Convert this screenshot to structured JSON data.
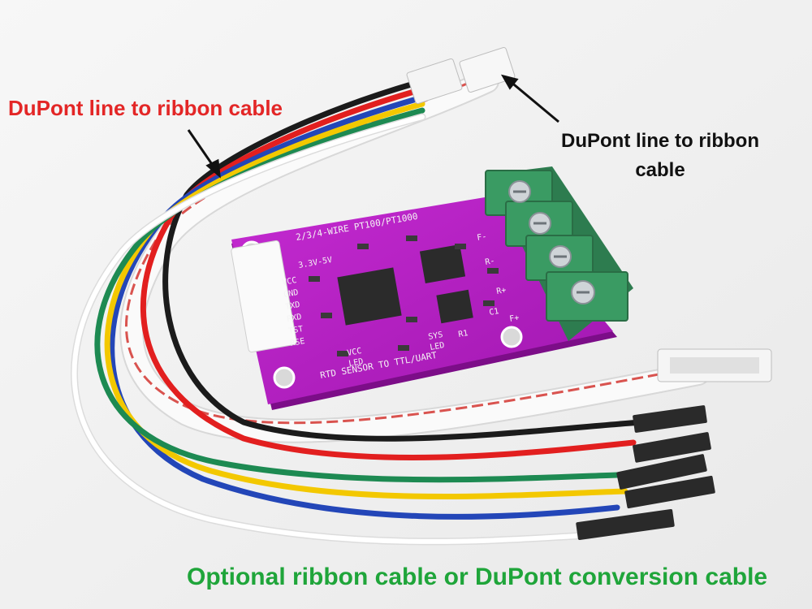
{
  "captions": {
    "left": "DuPont line to ribbon cable",
    "right": "DuPont line to ribbon cable",
    "bottom": "Optional ribbon cable or DuPont conversion cable"
  },
  "colors": {
    "left_caption": "#e32626",
    "right_caption": "#111111",
    "bottom_caption": "#1fa53a",
    "pcb": "#b51ec2",
    "terminal_block": "#3a9b63",
    "wire_white": "#ffffff",
    "wire_green": "#1d8a52",
    "wire_red": "#e21f1f",
    "wire_yellow": "#f3c800",
    "wire_blue": "#2346b8",
    "wire_black": "#1b1b1b",
    "ribbon_stripe": "#d9534f"
  },
  "board": {
    "title": "2/3/4-WIRE PT100/PT1000",
    "footer": "RTD SENSOR TO TTL/UART",
    "voltage": "3.3V-5V",
    "pins": [
      "VCC",
      "GND",
      "TXD",
      "RXD",
      "TST",
      "RSE"
    ],
    "terminals": [
      "F-",
      "R-",
      "R+",
      "F+"
    ],
    "leds": [
      "VCC",
      "LED",
      "SYS",
      "LED"
    ],
    "parts": [
      "R1",
      "C1"
    ]
  }
}
